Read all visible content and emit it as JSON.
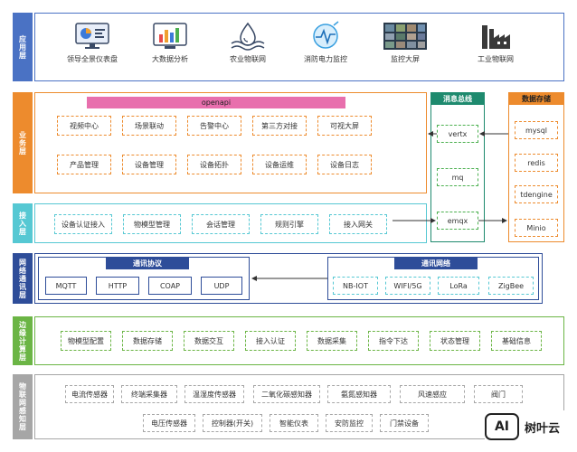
{
  "colors": {
    "blue": "#4a72c4",
    "orange": "#ed8b2d",
    "cyan": "#56c8d3",
    "navy": "#2e4d99",
    "green": "#6bb545",
    "gray": "#a6a6a6",
    "pink": "#e86fad",
    "teal": "#1e8a6e"
  },
  "layers": {
    "app": {
      "title": "应用层",
      "items": [
        {
          "label": "领导全景仪表盘",
          "icon": "dashboard-icon"
        },
        {
          "label": "大数据分析",
          "icon": "bar-chart-icon"
        },
        {
          "label": "农业物联网",
          "icon": "agriculture-icon"
        },
        {
          "label": "消防电力监控",
          "icon": "fire-monitor-icon"
        },
        {
          "label": "监控大屏",
          "icon": "video-wall-icon"
        },
        {
          "label": "工业物联网",
          "icon": "factory-icon"
        }
      ]
    },
    "business": {
      "title": "业务层",
      "openapi": "openapi",
      "rows": [
        [
          "视频中心",
          "场景联动",
          "告警中心",
          "第三方对接",
          "可视大屏"
        ],
        [
          "产品管理",
          "设备管理",
          "设备拓扑",
          "设备运维",
          "设备日志"
        ]
      ]
    },
    "access": {
      "title": "接入层",
      "items": [
        "设备认证接入",
        "物模型管理",
        "会话管理",
        "规则引擎",
        "接入网关"
      ]
    },
    "network": {
      "title": "网络通讯层",
      "protocol_title": "通讯协议",
      "protocols": [
        "MQTT",
        "HTTP",
        "COAP",
        "UDP"
      ],
      "net_title": "通讯网络",
      "nets": [
        "NB-IOT",
        "WIFI/5G",
        "LoRa",
        "ZigBee"
      ]
    },
    "edge": {
      "title": "边缘计算层",
      "items": [
        "物模型配置",
        "数据存储",
        "数据交互",
        "接入认证",
        "数据采集",
        "指令下达",
        "状态管理",
        "基础信息"
      ]
    },
    "perception": {
      "title": "物联网感知层",
      "row1": [
        "电流传感器",
        "终端采集器",
        "温湿度传感器",
        "二氧化碳感知器",
        "氨氮感知器",
        "风速感应",
        "阀门"
      ],
      "row2": [
        "电压传感器",
        "控制器(开关)",
        "智能仪表",
        "安防监控",
        "门禁设备"
      ]
    }
  },
  "bus": {
    "title": "消息总线",
    "items": [
      "vertx",
      "mq",
      "emqx"
    ]
  },
  "storage": {
    "title": "数据存储",
    "items": [
      "mysql",
      "redis",
      "tdengine",
      "Minio"
    ]
  },
  "watermark": {
    "badge": "AI",
    "text": "树叶云"
  }
}
